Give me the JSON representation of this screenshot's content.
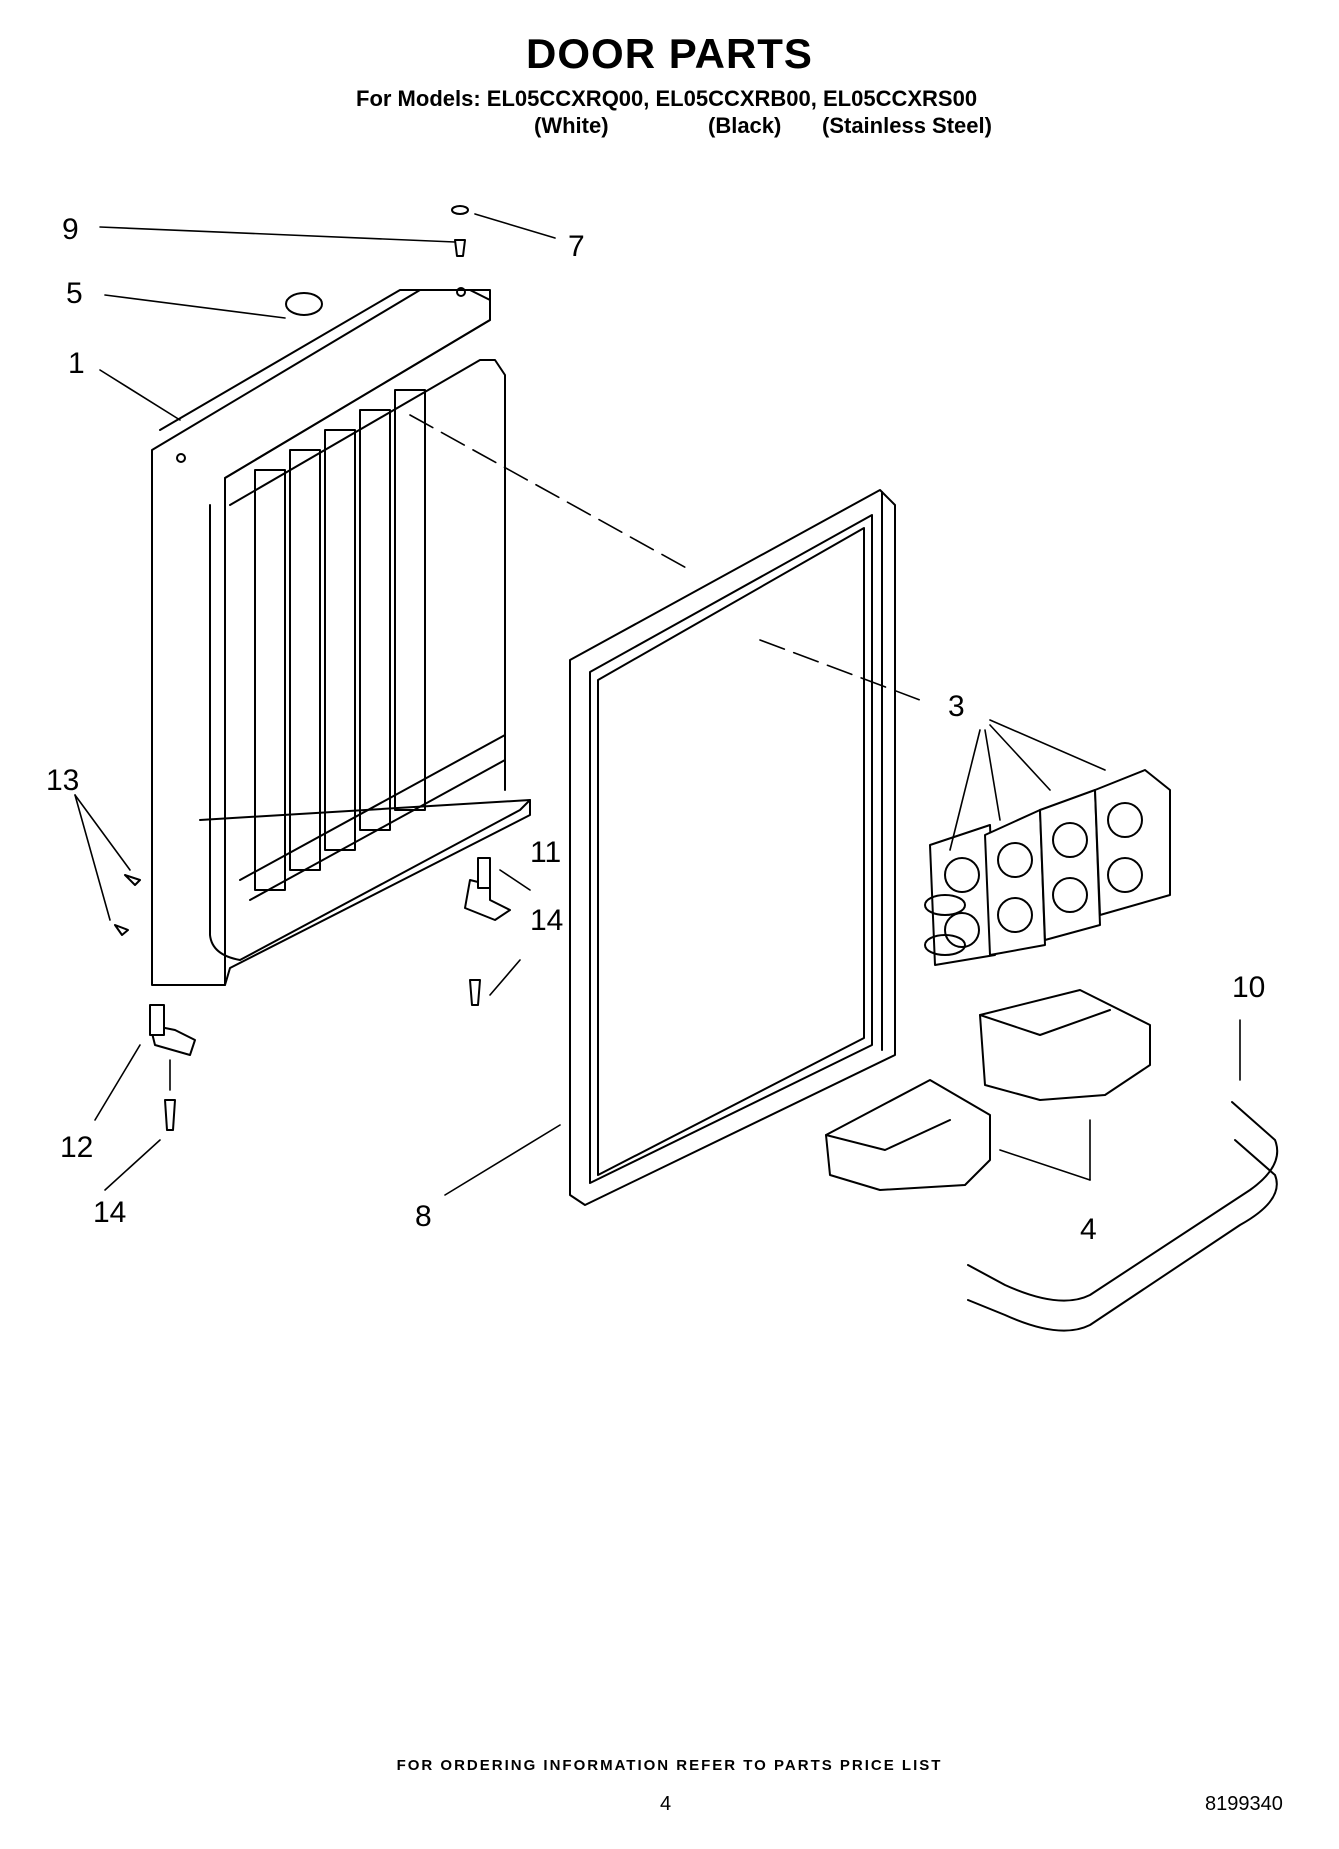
{
  "title": "DOOR PARTS",
  "models_line": "For Models: EL05CCXRQ00, EL05CCXRB00, EL05CCXRS00",
  "variants": [
    "(White)",
    "(Black)",
    "(Stainless Steel)"
  ],
  "callouts": {
    "c1": "1",
    "c3": "3",
    "c4": "4",
    "c5": "5",
    "c7": "7",
    "c8": "8",
    "c9": "9",
    "c10": "10",
    "c11": "11",
    "c12": "12",
    "c13": "13",
    "c14a": "14",
    "c14b": "14"
  },
  "footer": "FOR ORDERING INFORMATION REFER TO PARTS PRICE LIST",
  "page_number": "4",
  "document_number": "8199340"
}
